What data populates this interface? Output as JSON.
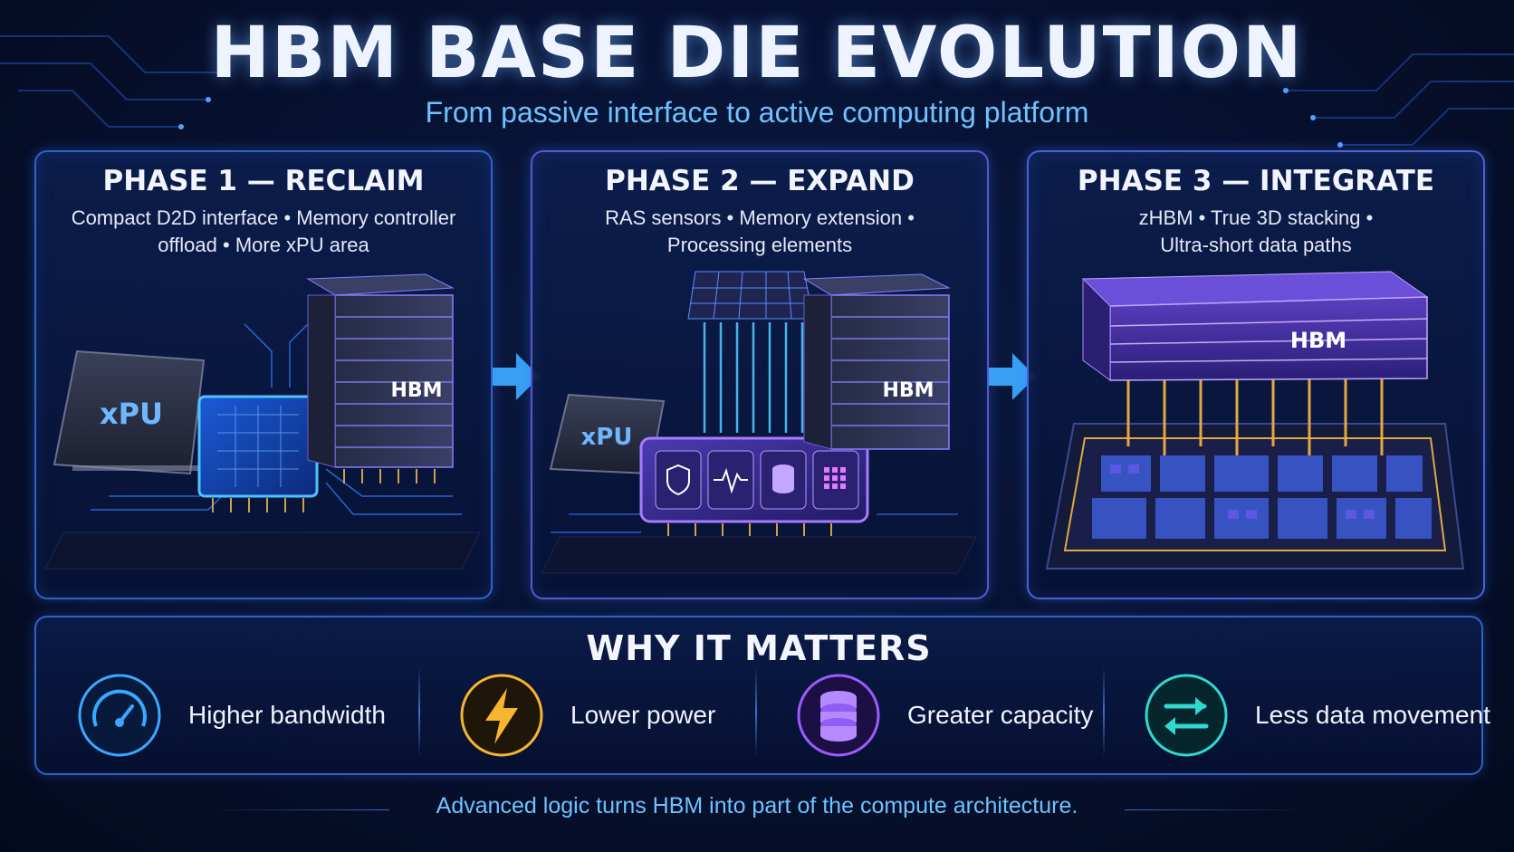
{
  "header": {
    "title": "HBM BASE DIE EVOLUTION",
    "subtitle": "From passive interface to active computing platform"
  },
  "phases": [
    {
      "title": "PHASE 1 — RECLAIM",
      "desc_line1": "Compact D2D interface • Memory controller",
      "desc_line2": "offload • More xPU area",
      "chip_labels": {
        "xpu": "xPU",
        "hbm": "HBM"
      }
    },
    {
      "title": "PHASE 2 — EXPAND",
      "desc_line1": "RAS sensors • Memory extension •",
      "desc_line2": "Processing elements",
      "chip_labels": {
        "xpu": "xPU",
        "hbm": "HBM"
      },
      "icons": [
        "shield-icon",
        "waveform-icon",
        "database-icon",
        "grid-icon"
      ]
    },
    {
      "title": "PHASE 3 — INTEGRATE",
      "desc_line1": "zHBM • True 3D stacking •",
      "desc_line2": "Ultra-short data paths",
      "chip_labels": {
        "hbm": "HBM"
      }
    }
  ],
  "why": {
    "title": "WHY IT MATTERS",
    "benefits": [
      {
        "label": "Higher bandwidth",
        "icon": "speedometer-icon",
        "color": "#3aa8ff"
      },
      {
        "label": "Lower power",
        "icon": "lightning-icon",
        "color": "#f5b52e"
      },
      {
        "label": "Greater capacity",
        "icon": "database-icon",
        "color": "#9b5cff"
      },
      {
        "label": "Less data movement",
        "icon": "swap-arrows-icon",
        "color": "#2fd8d0"
      }
    ]
  },
  "footer": {
    "text": "Advanced logic turns HBM into part of the compute architecture."
  },
  "colors": {
    "accent_blue": "#3aa8ff",
    "accent_purple": "#9b5cff",
    "accent_gold": "#f5b52e",
    "accent_teal": "#2fd8d0",
    "border": "#2f63c9"
  }
}
